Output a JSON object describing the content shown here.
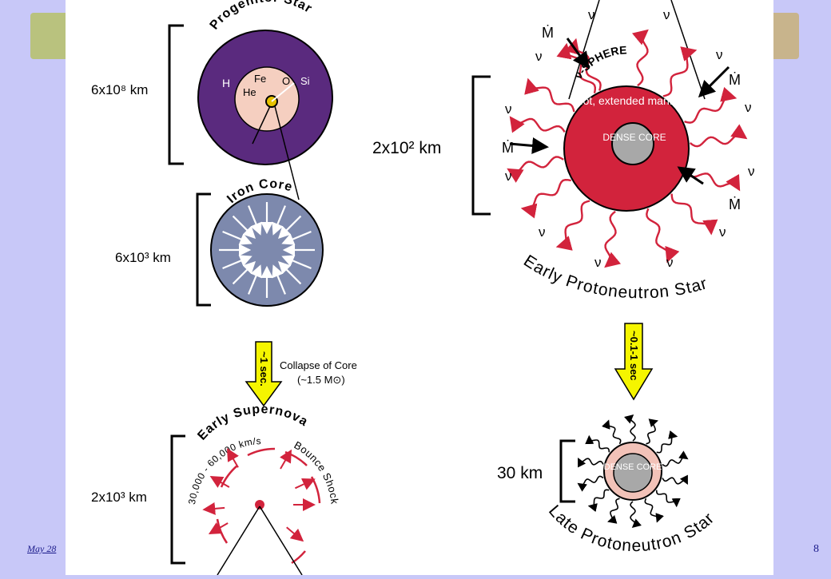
{
  "slide": {
    "footer_date": "May 28",
    "page_number": "8",
    "colors": {
      "background": "#c8c8f8",
      "panel": "#ffffff",
      "arrow_red": "#d2233c",
      "yellow_arrow": "#f5f500"
    }
  },
  "logos": {
    "left": "academia-sinica-logo",
    "right": "university-seal-logo"
  },
  "left_diagram": {
    "progenitor": {
      "title": "Progenitor Star",
      "scale": "6x10⁸ km",
      "labels": {
        "h": "H",
        "fe": "Fe",
        "he": "He",
        "o": "O",
        "si": "Si"
      },
      "colors": {
        "envelope": "#5a2a7e",
        "core": "#f5cfc0"
      }
    },
    "iron_core": {
      "title": "Iron Core",
      "scale": "6x10³ km",
      "color": "#7d89ad"
    },
    "collapse": {
      "time": "~1 sec.",
      "caption": "Collapse of Core",
      "mass": "(~1.5 M⊙)"
    },
    "early_supernova": {
      "title": "Early Supernova",
      "scale": "2x10³ km",
      "velocity": "30,000 - 60,000 km/s",
      "bounce_shock": "Bounce Shock"
    }
  },
  "right_diagram": {
    "early_pns": {
      "title": "Early Protoneutron Star",
      "scale": "2x10² km",
      "sphere_label": "ν-SPHERE",
      "mantle": "Hot, extended mantle",
      "dense_core": "DENSE CORE",
      "neutrino": "ν",
      "mdot": "Ṁ",
      "colors": {
        "mantle": "#d2233c",
        "core": "#a8a8a8"
      }
    },
    "transition": {
      "time": "~0.1-1 sec"
    },
    "late_pns": {
      "title": "Late Protoneutron Star",
      "scale": "30 km",
      "dense_core": "DENSE CORE",
      "color": "#f2c2b8"
    }
  }
}
